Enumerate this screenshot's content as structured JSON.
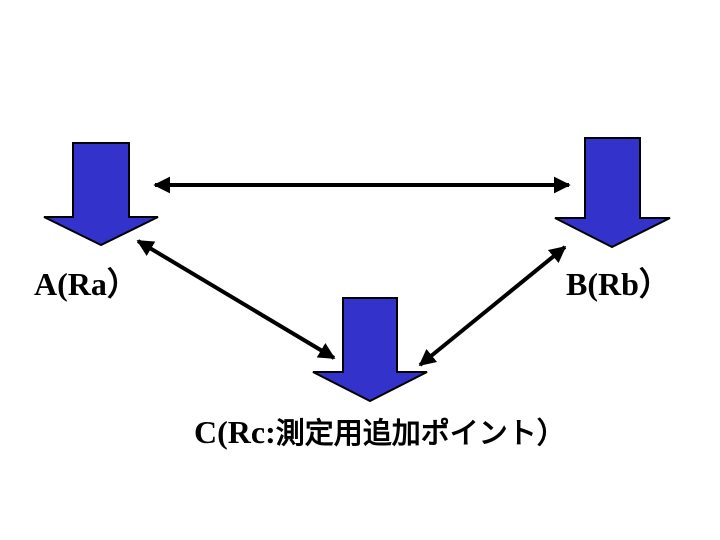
{
  "colors": {
    "marker_fill": "#3333cc",
    "marker_stroke": "#000000",
    "connector": "#000000",
    "background": "#ffffff"
  },
  "nodes": [
    {
      "id": "a",
      "name": "A",
      "sub": "(Ra",
      "close": "）",
      "icon": "down-arrow-marker"
    },
    {
      "id": "b",
      "name": "B",
      "sub": "(Rb",
      "close": "）",
      "icon": "down-arrow-marker"
    },
    {
      "id": "c",
      "name": "C",
      "sub": "(Rc:",
      "note": "測定用追加ポイント",
      "close": "）",
      "icon": "down-arrow-marker"
    }
  ],
  "connectors": [
    {
      "from": "A",
      "to": "B",
      "style": "double-headed-arrow"
    },
    {
      "from": "A",
      "to": "C",
      "style": "double-headed-arrow"
    },
    {
      "from": "B",
      "to": "C",
      "style": "double-headed-arrow"
    }
  ]
}
